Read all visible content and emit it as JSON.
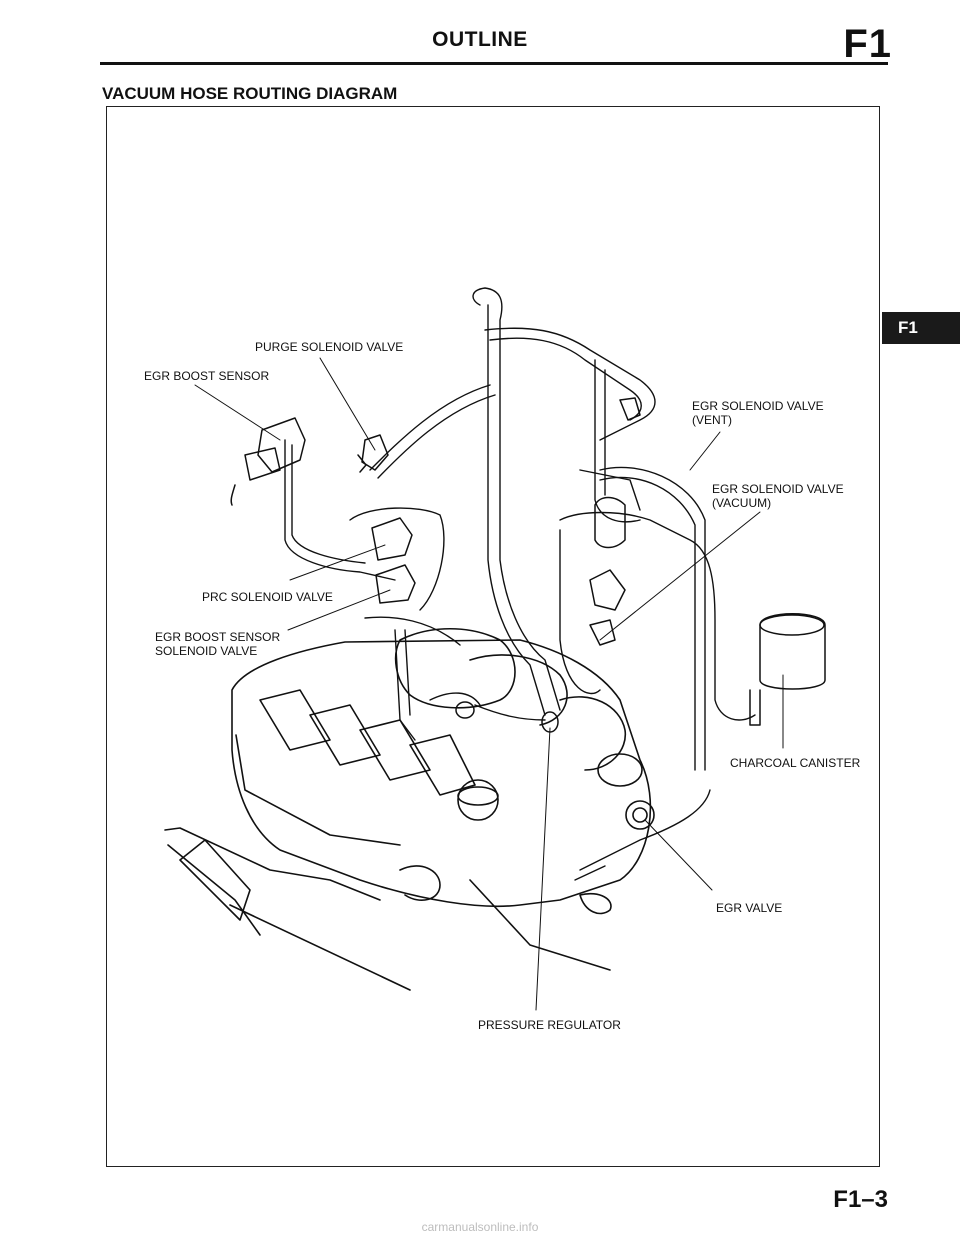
{
  "header": {
    "title": "OUTLINE",
    "section_code": "F1"
  },
  "section_title": "VACUUM HOSE ROUTING DIAGRAM",
  "side_tab": "F1",
  "labels": {
    "purge_solenoid_valve": "PURGE SOLENOID VALVE",
    "egr_boost_sensor": "EGR BOOST SENSOR",
    "egr_solenoid_valve_vent_line1": "EGR SOLENOID VALVE",
    "egr_solenoid_valve_vent_line2": "(VENT)",
    "egr_solenoid_valve_vacuum_line1": "EGR SOLENOID VALVE",
    "egr_solenoid_valve_vacuum_line2": "(VACUUM)",
    "prc_solenoid_valve": "PRC SOLENOID VALVE",
    "egr_boost_sensor_solenoid_line1": "EGR BOOST SENSOR",
    "egr_boost_sensor_solenoid_line2": "SOLENOID VALVE",
    "charcoal_canister": "CHARCOAL CANISTER",
    "egr_valve": "EGR VALVE",
    "pressure_regulator": "PRESSURE REGULATOR"
  },
  "page_number": "F1–3",
  "watermark": "carmanualsonline.info"
}
